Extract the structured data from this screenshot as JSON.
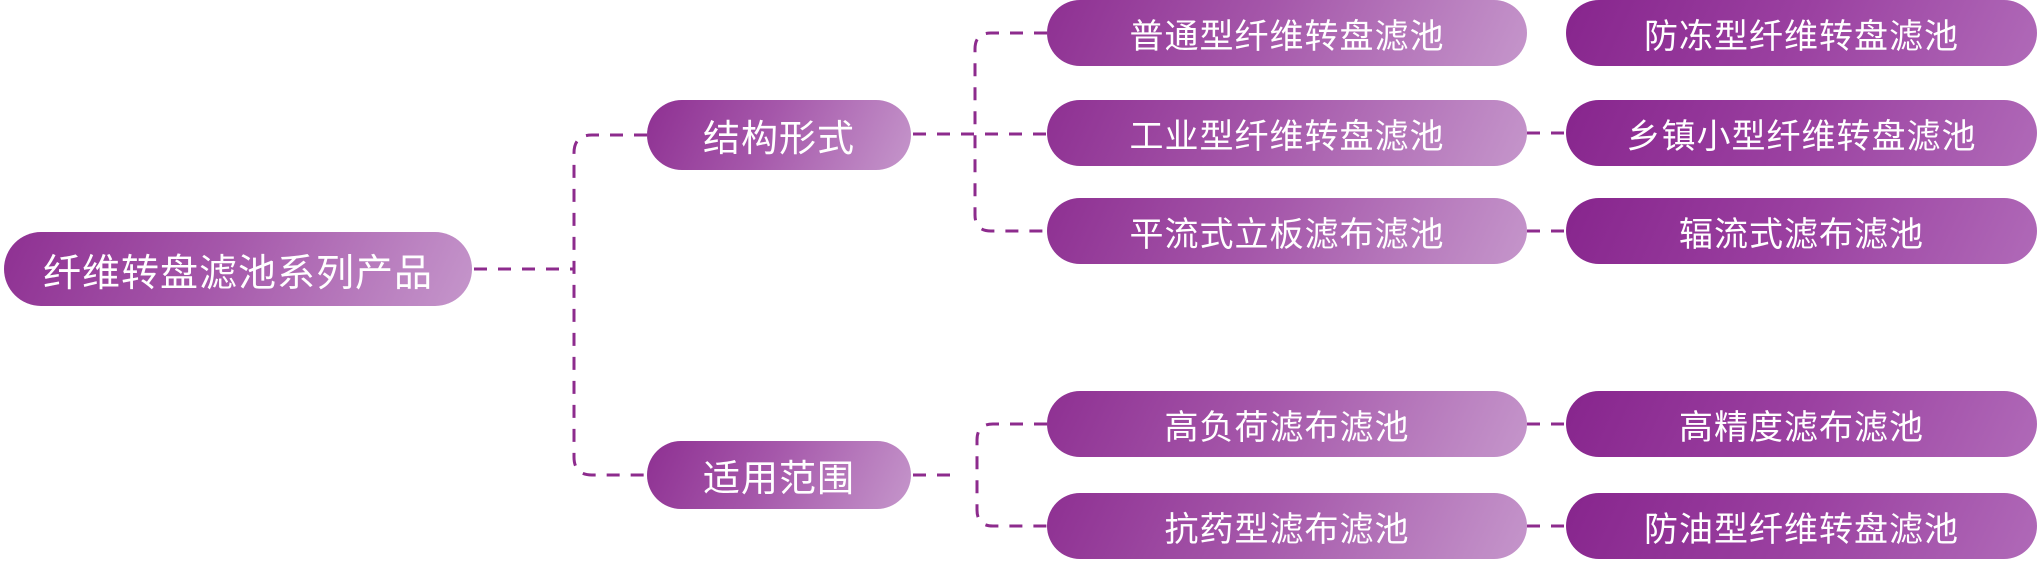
{
  "mindmap": {
    "root": "纤维转盘滤池系列产品",
    "branches": [
      {
        "label": "结构形式",
        "rows": [
          {
            "mid": "普通型纤维转盘滤池",
            "right": "防冻型纤维转盘滤池"
          },
          {
            "mid": "工业型纤维转盘滤池",
            "right": "乡镇小型纤维转盘滤池"
          },
          {
            "mid": "平流式立板滤布滤池",
            "right": "辐流式滤布滤池"
          }
        ]
      },
      {
        "label": "适用范围",
        "rows": [
          {
            "mid": "高负荷滤布滤池",
            "right": "高精度滤布滤池"
          },
          {
            "mid": "抗药型滤布滤池",
            "right": "防油型纤维转盘滤池"
          }
        ]
      }
    ]
  },
  "colors": {
    "pill_gradient_start": "#8e3092",
    "pill_gradient_end": "#c596cb",
    "right_pill_gradient_start": "#87258d",
    "right_pill_gradient_end": "#b06ab8",
    "connector_line": "#8d2b8d",
    "text": "#ffffff",
    "background": "#ffffff"
  }
}
